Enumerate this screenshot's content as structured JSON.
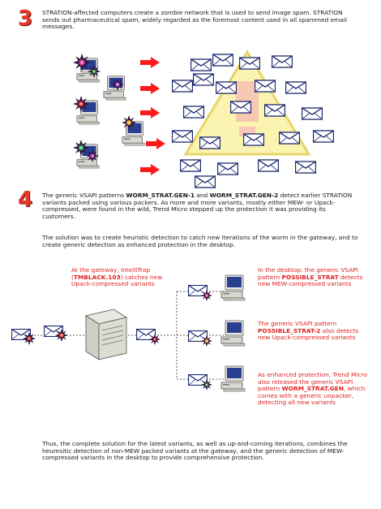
{
  "step3": {
    "number": "3",
    "text": "STRATION-affected computers create a zombie network that is used to send image spam. STRATION sends out pharmaceutical spam, widely regarded as the foremost content used in all spammed email messages."
  },
  "step4": {
    "number": "4",
    "p1_a": "The generic VSAPI patterns ",
    "p1_b": "WORM_STRAT.GEN-1",
    "p1_c": " and ",
    "p1_d": "WORM_STRAT.GEN-2",
    "p1_e": " detect earlier STRATION variants packed using various packers. As more and more variants, mostly either MEW- or Upack-compressed, were found in the wild, Trend Micro stepped up the protection it was providing its customers.",
    "p2": "The solution was to create heuristic detection to catch new iterations of the worm in the gateway, and to create generic detection as enhanced protection in the desktop."
  },
  "callouts": {
    "gateway_a": "At the gateway, IntelliTrap (",
    "gateway_b": "TMBLACK.103",
    "gateway_c": ") catches new Upack-compressed variants",
    "desk1_a": "In the desktop. the generic VSAPI pattern ",
    "desk1_b": "POSSIBLE_STRAT",
    "desk1_c": " detects new MEW-compressed variants",
    "desk2_a": "The generic VSAPI pattern ",
    "desk2_b": "POSSIBLE_STRAT-2",
    "desk2_c": " also detects new Upack-compressed variants",
    "desk3_a": "As enhanced protection, Trend Micro also released the generic VSAPI pattern ",
    "desk3_b": "WORM_STRAT.GEN",
    "desk3_c": ", which comes with a generic unpacker, detecting all new variants"
  },
  "conclusion": "Thus, the complete solution for the latest variants, as well as up-and-coming iterations, combines the heuresitic detection of non-MEW packed variants at the gateway, and the generic detection of MEW-compressed variants in the desktop to provide comprehensive protection.",
  "colors": {
    "accent_red": "#e01f1f",
    "arrow_red": "#ff1a1a",
    "warning_yellow": "#fbf3b0",
    "envelope_blue": "#1e2a6e"
  },
  "icons": [
    "infected-computer-icon",
    "red-arrow-icon",
    "spam-envelope-icon",
    "warning-triangle-icon",
    "gateway-server-icon",
    "desktop-computer-icon",
    "virus-burst-icon"
  ]
}
